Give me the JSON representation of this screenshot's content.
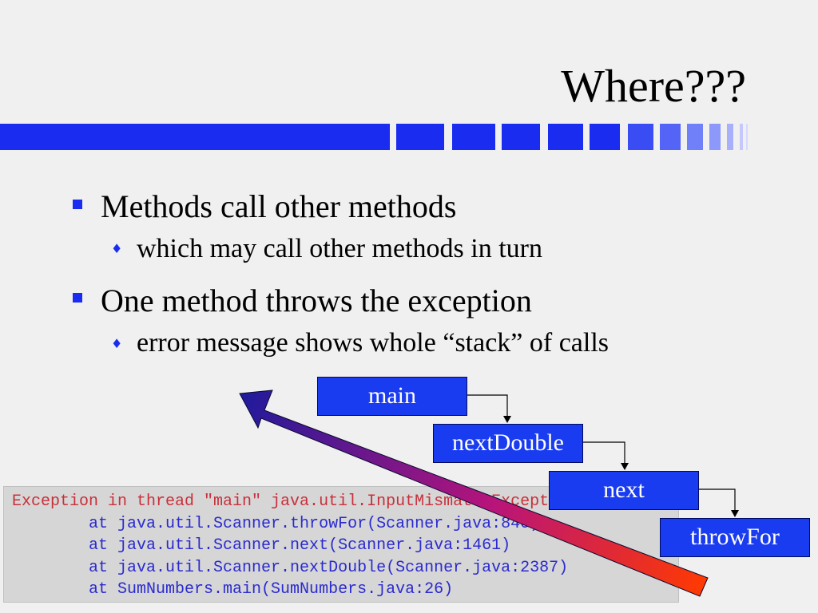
{
  "slide": {
    "title": "Where???",
    "colors": {
      "background": "#f0f0f0",
      "accent": "#1a2cf0",
      "box_fill": "#1a3cf0",
      "console_bg": "#d6d6d6",
      "error_text": "#c8303a",
      "trace_text": "#2a2ad0",
      "arrow_start": "#2a1aa0",
      "arrow_end": "#ff3a00"
    },
    "bullets": [
      {
        "text": "Methods call other methods",
        "sub": [
          "which may call other methods in turn"
        ]
      },
      {
        "text": "One method throws the exception",
        "sub": [
          "error message shows whole “stack” of calls"
        ]
      }
    ]
  },
  "call_stack": {
    "boxes": [
      "main",
      "nextDouble",
      "next",
      "throwFor"
    ]
  },
  "console": {
    "lines": [
      "Exception in thread \"main\" java.util.InputMismatchException",
      "        at java.util.Scanner.throwFor(Scanner.java:840)",
      "        at java.util.Scanner.next(Scanner.java:1461)",
      "        at java.util.Scanner.nextDouble(Scanner.java:2387)",
      "        at SumNumbers.main(SumNumbers.java:26)"
    ]
  }
}
